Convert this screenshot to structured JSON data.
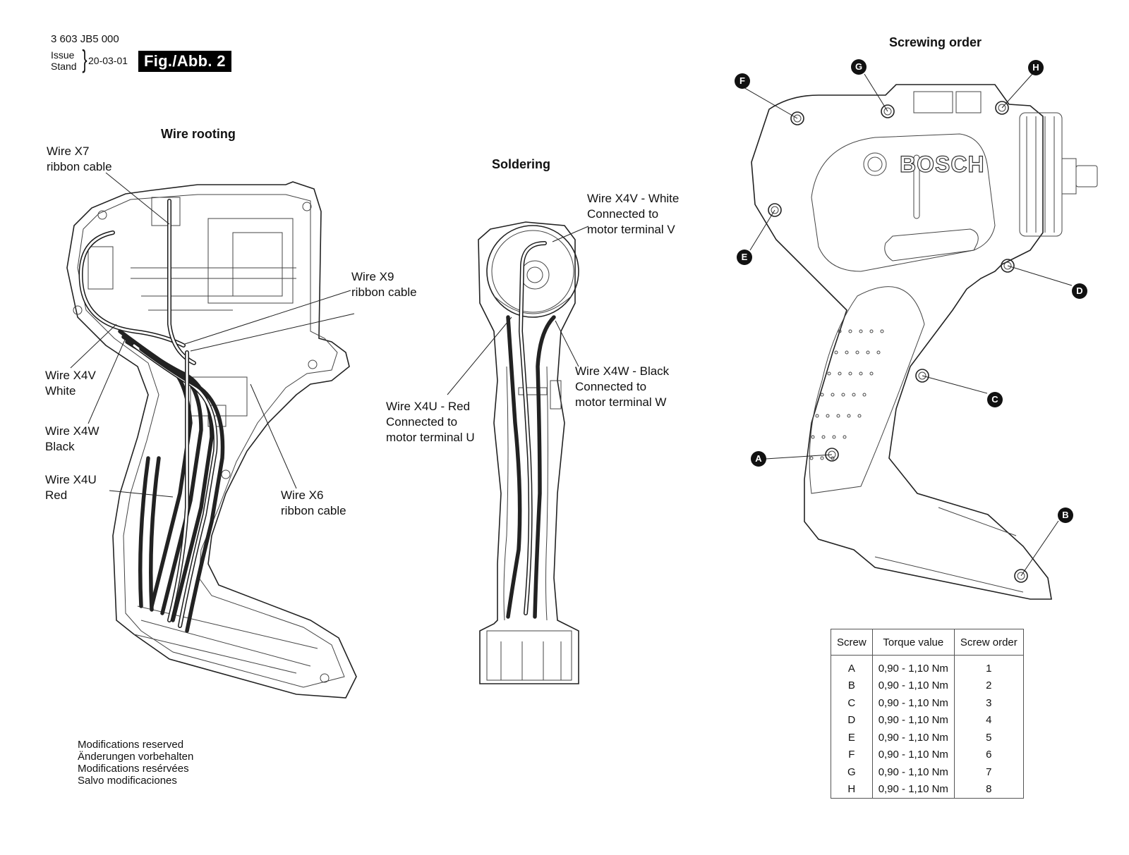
{
  "header": {
    "doc_number": "3 603 JB5 000",
    "issue_label": "Issue",
    "stand_label": "Stand",
    "date": "20-03-01",
    "figure_label": "Fig./Abb. 2"
  },
  "sections": {
    "wire_rooting": "Wire rooting",
    "soldering": "Soldering",
    "screwing_order": "Screwing order"
  },
  "wire_rooting_labels": {
    "x7": [
      "Wire X7",
      "ribbon cable"
    ],
    "x9": [
      "Wire X9",
      "ribbon cable"
    ],
    "x4v": [
      "Wire X4V",
      "White"
    ],
    "x4w": [
      "Wire X4W",
      "Black"
    ],
    "x4u": [
      "Wire X4U",
      "Red"
    ],
    "x6": [
      "Wire X6",
      "ribbon cable"
    ]
  },
  "soldering_labels": {
    "x4v": [
      "Wire X4V - White",
      "Connected to",
      "motor terminal V"
    ],
    "x4w": [
      "Wire X4W - Black",
      "Connected to",
      "motor terminal W"
    ],
    "x4u": [
      "Wire X4U - Red",
      "Connected to",
      "motor terminal U"
    ]
  },
  "housing_brand": "BOSCH",
  "screw_badges": [
    "A",
    "B",
    "C",
    "D",
    "E",
    "F",
    "G",
    "H"
  ],
  "torque_table": {
    "headers": [
      "Screw",
      "Torque value",
      "Screw order"
    ],
    "rows": [
      [
        "A",
        "0,90 - 1,10 Nm",
        "1"
      ],
      [
        "B",
        "0,90 - 1,10 Nm",
        "2"
      ],
      [
        "C",
        "0,90 - 1,10 Nm",
        "3"
      ],
      [
        "D",
        "0,90 - 1,10 Nm",
        "4"
      ],
      [
        "E",
        "0,90 - 1,10 Nm",
        "5"
      ],
      [
        "F",
        "0,90 - 1,10 Nm",
        "6"
      ],
      [
        "G",
        "0,90 - 1,10 Nm",
        "7"
      ],
      [
        "H",
        "0,90 - 1,10 Nm",
        "8"
      ]
    ]
  },
  "modifications": [
    "Modifications reserved",
    "Änderungen vorbehalten",
    "Modifications resérvées",
    "Salvo modificaciones"
  ]
}
